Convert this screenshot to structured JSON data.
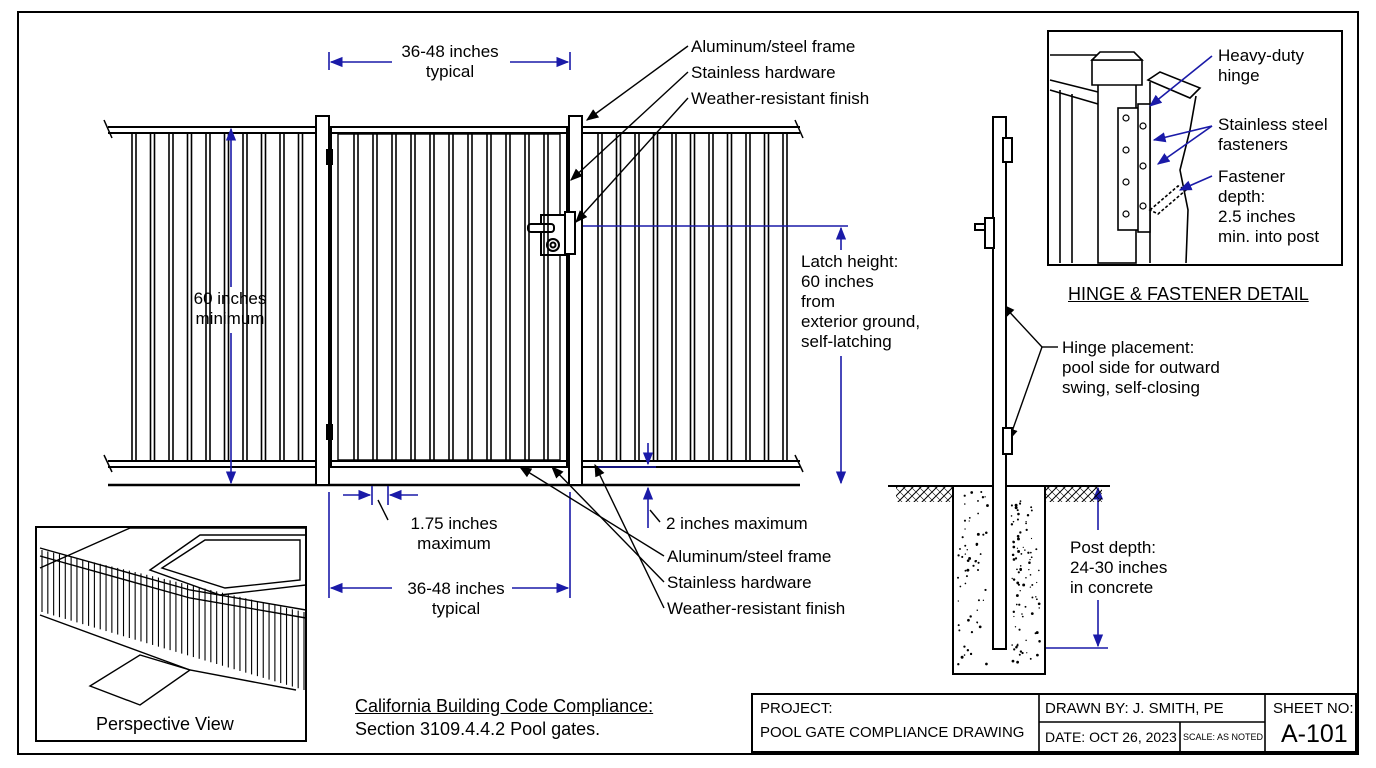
{
  "dimensions": {
    "top_width": [
      "36-48 inches",
      "typical"
    ],
    "bottom_width": [
      "36-48 inches",
      "typical"
    ],
    "height": [
      "60 inches",
      "minimum"
    ],
    "latch_height": [
      "Latch height:",
      "60 inches",
      "from",
      "exterior ground,",
      "self-latching"
    ],
    "bar_spacing": [
      "1.75 inches",
      "maximum"
    ],
    "bottom_gap": "2 inches maximum",
    "post_depth": [
      "Post depth:",
      "24-30 inches",
      "in concrete"
    ]
  },
  "callouts_top": [
    "Aluminum/steel frame",
    "Stainless hardware",
    "Weather-resistant finish"
  ],
  "callouts_bottom": [
    "Aluminum/steel frame",
    "Stainless hardware",
    "Weather-resistant finish"
  ],
  "hinge_placement": [
    "Hinge placement:",
    "pool side for outward",
    "swing, self-closing"
  ],
  "detail": {
    "title": "HINGE & FASTENER DETAIL",
    "hinge": [
      "Heavy-duty",
      "hinge"
    ],
    "fasteners": [
      "Stainless steel",
      "fasteners"
    ],
    "depth": [
      "Fastener",
      "depth:",
      "2.5 inches",
      "min. into post"
    ]
  },
  "perspective_label": "Perspective View",
  "code": {
    "title": "California Building Code Compliance:",
    "section": "Section 3109.4.4.2 Pool gates."
  },
  "title_block": {
    "project_label": "PROJECT:",
    "project_name": "POOL GATE COMPLIANCE DRAWING",
    "drawn_by": "DRAWN BY: J. SMITH, PE",
    "date": "DATE: OCT 26, 2023",
    "scale": "SCALE: AS NOTED",
    "sheet_label": "SHEET NO:",
    "sheet_no": "A-101"
  },
  "colors": {
    "line": "#000000",
    "dimension": "#1a1aa8"
  }
}
